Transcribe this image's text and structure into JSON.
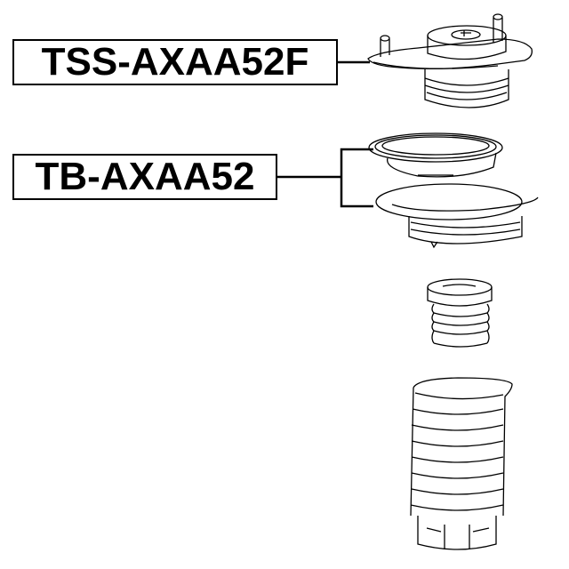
{
  "labels": [
    {
      "id": "label1",
      "text": "TSS-AXAA52F",
      "refers_to": "strut-mount"
    },
    {
      "id": "label2",
      "text": "TB-AXAA52",
      "refers_to": "spring-seats"
    }
  ],
  "parts": [
    {
      "name": "strut-mount",
      "description": "Strut mount assembly with studs"
    },
    {
      "name": "upper-spring-seat",
      "description": "Upper spring seat"
    },
    {
      "name": "lower-spring-seat",
      "description": "Lower spring seat / insulator"
    },
    {
      "name": "bump-stop",
      "description": "Bump stop"
    },
    {
      "name": "dust-boot",
      "description": "Bellows dust boot"
    }
  ],
  "colors": {
    "line": "#000000",
    "background": "#ffffff"
  }
}
